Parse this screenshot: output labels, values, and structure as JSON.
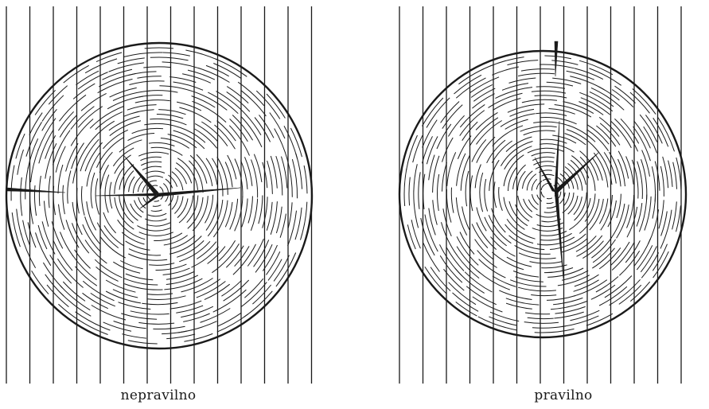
{
  "figures": [
    {
      "id": "left",
      "caption": "nepravilno"
    },
    {
      "id": "right",
      "caption": "pravilno"
    }
  ],
  "colors": {
    "ink": "#1a1a1a",
    "background": "#ffffff"
  }
}
